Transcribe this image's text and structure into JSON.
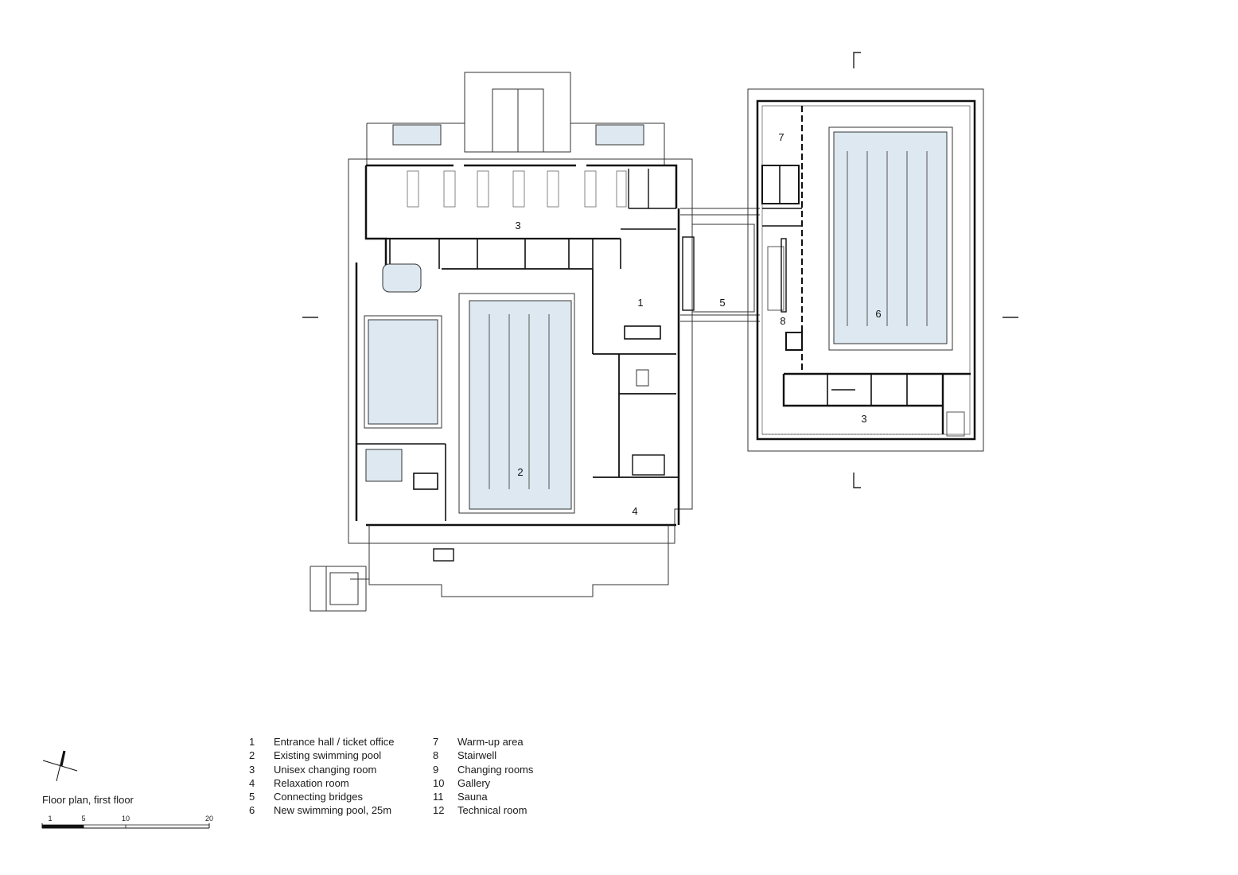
{
  "caption": "Floor plan, first floor",
  "scale_bar": {
    "labels": [
      "1",
      "5",
      "10",
      "20"
    ]
  },
  "colors": {
    "pool_water": "#dde8f0",
    "wall": "#111111",
    "line": "#333333"
  },
  "room_numbers": {
    "n1": "1",
    "n2": "2",
    "n3a": "3",
    "n3b": "3",
    "n4": "4",
    "n5": "5",
    "n6": "6",
    "n7": "7",
    "n8": "8"
  },
  "legend": {
    "col1": [
      {
        "num": "1",
        "label": "Entrance hall / ticket office"
      },
      {
        "num": "2",
        "label": "Existing swimming pool"
      },
      {
        "num": "3",
        "label": "Unisex changing room"
      },
      {
        "num": "4",
        "label": "Relaxation room"
      },
      {
        "num": "5",
        "label": "Connecting bridges"
      },
      {
        "num": "6",
        "label": "New swimming pool, 25m"
      }
    ],
    "col2": [
      {
        "num": "7",
        "label": "Warm-up area"
      },
      {
        "num": "8",
        "label": "Stairwell"
      },
      {
        "num": "9",
        "label": "Changing rooms"
      },
      {
        "num": "10",
        "label": "Gallery"
      },
      {
        "num": "11",
        "label": "Sauna"
      },
      {
        "num": "12",
        "label": "Technical room"
      }
    ]
  }
}
